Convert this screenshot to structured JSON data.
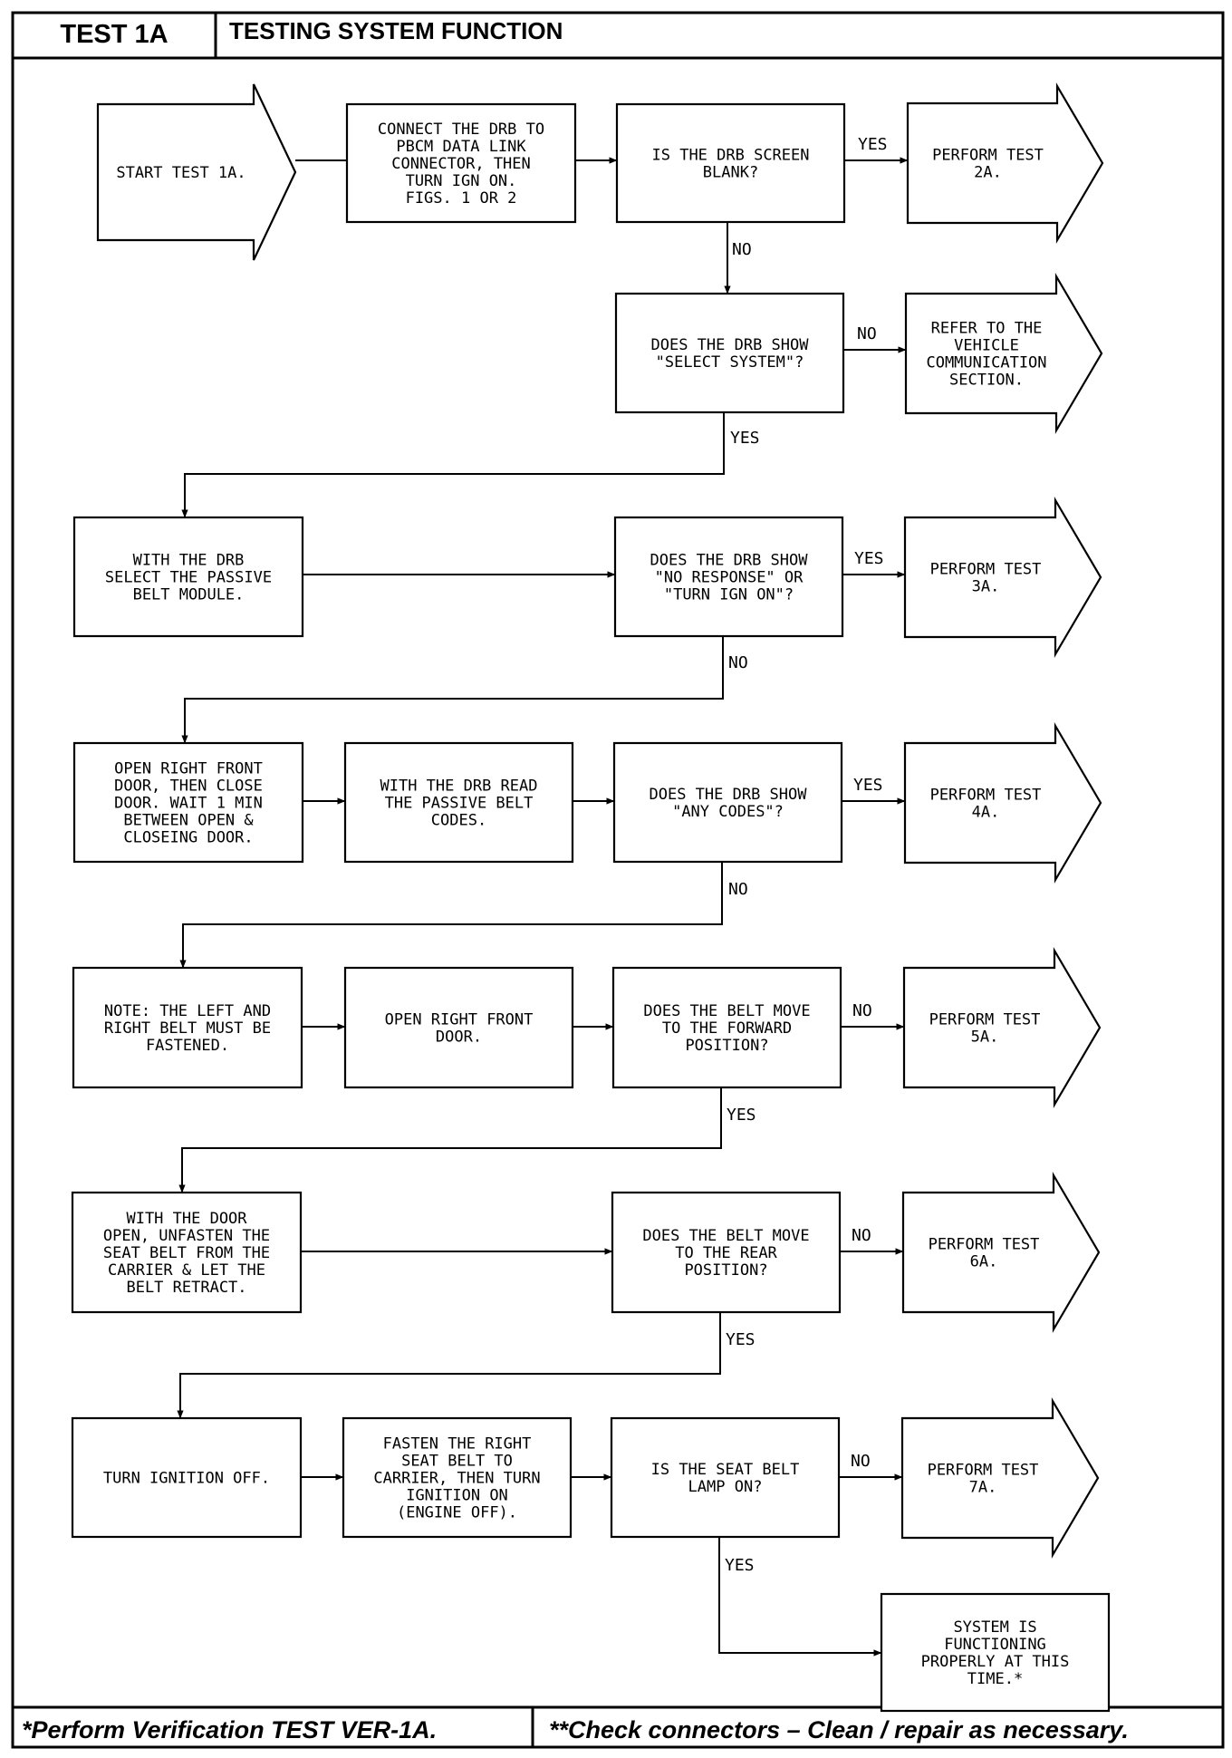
{
  "header": {
    "test_label": "TEST 1A",
    "title": "TESTING SYSTEM FUNCTION"
  },
  "footer": {
    "left_note": "*Perform Verification TEST VER-1A.",
    "right_note": "**Check connectors – Clean / repair as necessary."
  },
  "nodes": [
    {
      "id": "start",
      "shape": "arrow",
      "lines": [
        "START TEST 1A."
      ]
    },
    {
      "id": "connect",
      "shape": "box",
      "lines": [
        "CONNECT THE DRB TO",
        "PBCM DATA LINK",
        "CONNECTOR, THEN",
        "TURN IGN ON.",
        "FIGS. 1 OR 2"
      ]
    },
    {
      "id": "q_blank",
      "shape": "box",
      "lines": [
        "IS THE DRB SCREEN",
        "BLANK?"
      ]
    },
    {
      "id": "t2a",
      "shape": "arrow",
      "lines": [
        "PERFORM TEST",
        "2A."
      ]
    },
    {
      "id": "q_select",
      "shape": "box",
      "lines": [
        "DOES THE DRB SHOW",
        "\"SELECT SYSTEM\"?"
      ]
    },
    {
      "id": "refer",
      "shape": "arrow",
      "lines": [
        "REFER TO THE",
        "VEHICLE",
        "COMMUNICATION",
        "SECTION."
      ]
    },
    {
      "id": "select_module",
      "shape": "box",
      "lines": [
        "WITH THE DRB",
        "SELECT THE PASSIVE",
        "BELT MODULE."
      ]
    },
    {
      "id": "q_noresp",
      "shape": "box",
      "lines": [
        "DOES THE DRB SHOW",
        "\"NO RESPONSE\" OR",
        "\"TURN IGN ON\"?"
      ]
    },
    {
      "id": "t3a",
      "shape": "arrow",
      "lines": [
        "PERFORM TEST",
        "3A."
      ]
    },
    {
      "id": "open_door",
      "shape": "box",
      "lines": [
        "OPEN RIGHT FRONT",
        "DOOR, THEN CLOSE",
        "DOOR. WAIT 1 MIN",
        "BETWEEN OPEN &",
        "CLOSEING DOOR."
      ]
    },
    {
      "id": "read_codes",
      "shape": "box",
      "lines": [
        "WITH THE DRB READ",
        "THE PASSIVE BELT",
        "CODES."
      ]
    },
    {
      "id": "q_codes",
      "shape": "box",
      "lines": [
        "DOES THE DRB SHOW",
        "\"ANY CODES\"?"
      ]
    },
    {
      "id": "t4a",
      "shape": "arrow",
      "lines": [
        "PERFORM TEST",
        "4A."
      ]
    },
    {
      "id": "note",
      "shape": "box",
      "lines": [
        "NOTE: THE LEFT AND",
        "RIGHT BELT MUST BE",
        "FASTENED."
      ]
    },
    {
      "id": "open_rf",
      "shape": "box",
      "lines": [
        "OPEN RIGHT FRONT",
        "DOOR."
      ]
    },
    {
      "id": "q_forward",
      "shape": "box",
      "lines": [
        "DOES THE BELT MOVE",
        "TO THE FORWARD",
        "POSITION?"
      ]
    },
    {
      "id": "t5a",
      "shape": "arrow",
      "lines": [
        "PERFORM TEST",
        "5A."
      ]
    },
    {
      "id": "unfasten",
      "shape": "box",
      "lines": [
        "WITH THE DOOR",
        "OPEN, UNFASTEN THE",
        "SEAT BELT FROM THE",
        "CARRIER & LET THE",
        "BELT RETRACT."
      ]
    },
    {
      "id": "q_rear",
      "shape": "box",
      "lines": [
        "DOES THE BELT MOVE",
        "TO THE REAR",
        "POSITION?"
      ]
    },
    {
      "id": "t6a",
      "shape": "arrow",
      "lines": [
        "PERFORM TEST",
        "6A."
      ]
    },
    {
      "id": "ign_off",
      "shape": "box",
      "lines": [
        "TURN IGNITION OFF."
      ]
    },
    {
      "id": "fasten",
      "shape": "box",
      "lines": [
        "FASTEN THE RIGHT",
        "SEAT BELT TO",
        "CARRIER, THEN TURN",
        "IGNITION ON",
        "(ENGINE OFF)."
      ]
    },
    {
      "id": "q_lamp",
      "shape": "box",
      "lines": [
        "IS THE SEAT BELT",
        "LAMP ON?"
      ]
    },
    {
      "id": "t7a",
      "shape": "arrow",
      "lines": [
        "PERFORM TEST",
        "7A."
      ]
    },
    {
      "id": "ok",
      "shape": "box",
      "lines": [
        "SYSTEM IS",
        "FUNCTIONING",
        "PROPERLY AT THIS",
        "TIME.*"
      ]
    }
  ],
  "edges": [
    {
      "from": "start",
      "to": "connect",
      "label": ""
    },
    {
      "from": "connect",
      "to": "q_blank",
      "label": ""
    },
    {
      "from": "q_blank",
      "to": "t2a",
      "label": "YES"
    },
    {
      "from": "q_blank",
      "to": "q_select",
      "label": "NO"
    },
    {
      "from": "q_select",
      "to": "refer",
      "label": "NO"
    },
    {
      "from": "q_select",
      "to": "select_module",
      "label": "YES"
    },
    {
      "from": "select_module",
      "to": "q_noresp",
      "label": ""
    },
    {
      "from": "q_noresp",
      "to": "t3a",
      "label": "YES"
    },
    {
      "from": "q_noresp",
      "to": "open_door",
      "label": "NO"
    },
    {
      "from": "open_door",
      "to": "read_codes",
      "label": ""
    },
    {
      "from": "read_codes",
      "to": "q_codes",
      "label": ""
    },
    {
      "from": "q_codes",
      "to": "t4a",
      "label": "YES"
    },
    {
      "from": "q_codes",
      "to": "note",
      "label": "NO"
    },
    {
      "from": "note",
      "to": "open_rf",
      "label": ""
    },
    {
      "from": "open_rf",
      "to": "q_forward",
      "label": ""
    },
    {
      "from": "q_forward",
      "to": "t5a",
      "label": "NO"
    },
    {
      "from": "q_forward",
      "to": "unfasten",
      "label": "YES"
    },
    {
      "from": "unfasten",
      "to": "q_rear",
      "label": ""
    },
    {
      "from": "q_rear",
      "to": "t6a",
      "label": "NO"
    },
    {
      "from": "q_rear",
      "to": "ign_off",
      "label": "YES"
    },
    {
      "from": "ign_off",
      "to": "fasten",
      "label": ""
    },
    {
      "from": "fasten",
      "to": "q_lamp",
      "label": ""
    },
    {
      "from": "q_lamp",
      "to": "t7a",
      "label": "NO"
    },
    {
      "from": "q_lamp",
      "to": "ok",
      "label": "YES"
    }
  ]
}
